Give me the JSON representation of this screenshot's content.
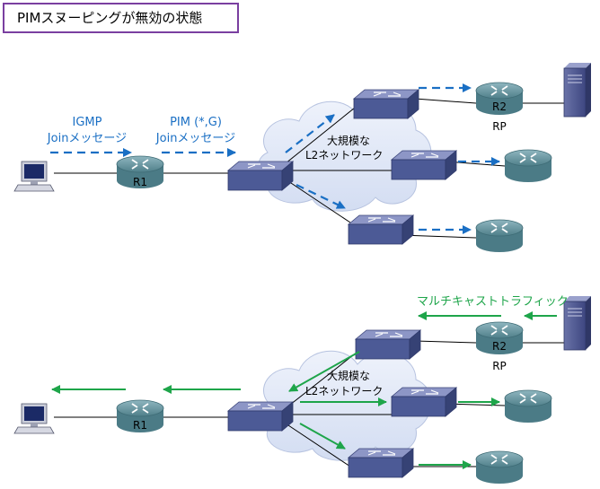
{
  "title": "PIMスヌーピングが無効の状態",
  "colors": {
    "join_arrow": "#1a6fc4",
    "multicast_arrow": "#1ea54a",
    "title_border": "#7a3fa0",
    "switch_fill": "#4c5a96",
    "router_fill": "#5d8c96",
    "cloud_fill": "#dfe7f7"
  },
  "top_diagram": {
    "igmp_label_line1": "IGMP",
    "igmp_label_line2": "Joinメッセージ",
    "pim_label_line1": "PIM (*,G)",
    "pim_label_line2": "Joinメッセージ",
    "cloud_label_line1": "大規模な",
    "cloud_label_line2": "L2ネットワーク",
    "r1_label": "R1",
    "r2_label": "R2",
    "rp_label": "RP"
  },
  "bottom_diagram": {
    "multicast_label": "マルチキャストトラフィック",
    "cloud_label_line1": "大規模な",
    "cloud_label_line2": "L2ネットワーク",
    "r1_label": "R1",
    "r2_label": "R2",
    "rp_label": "RP"
  }
}
